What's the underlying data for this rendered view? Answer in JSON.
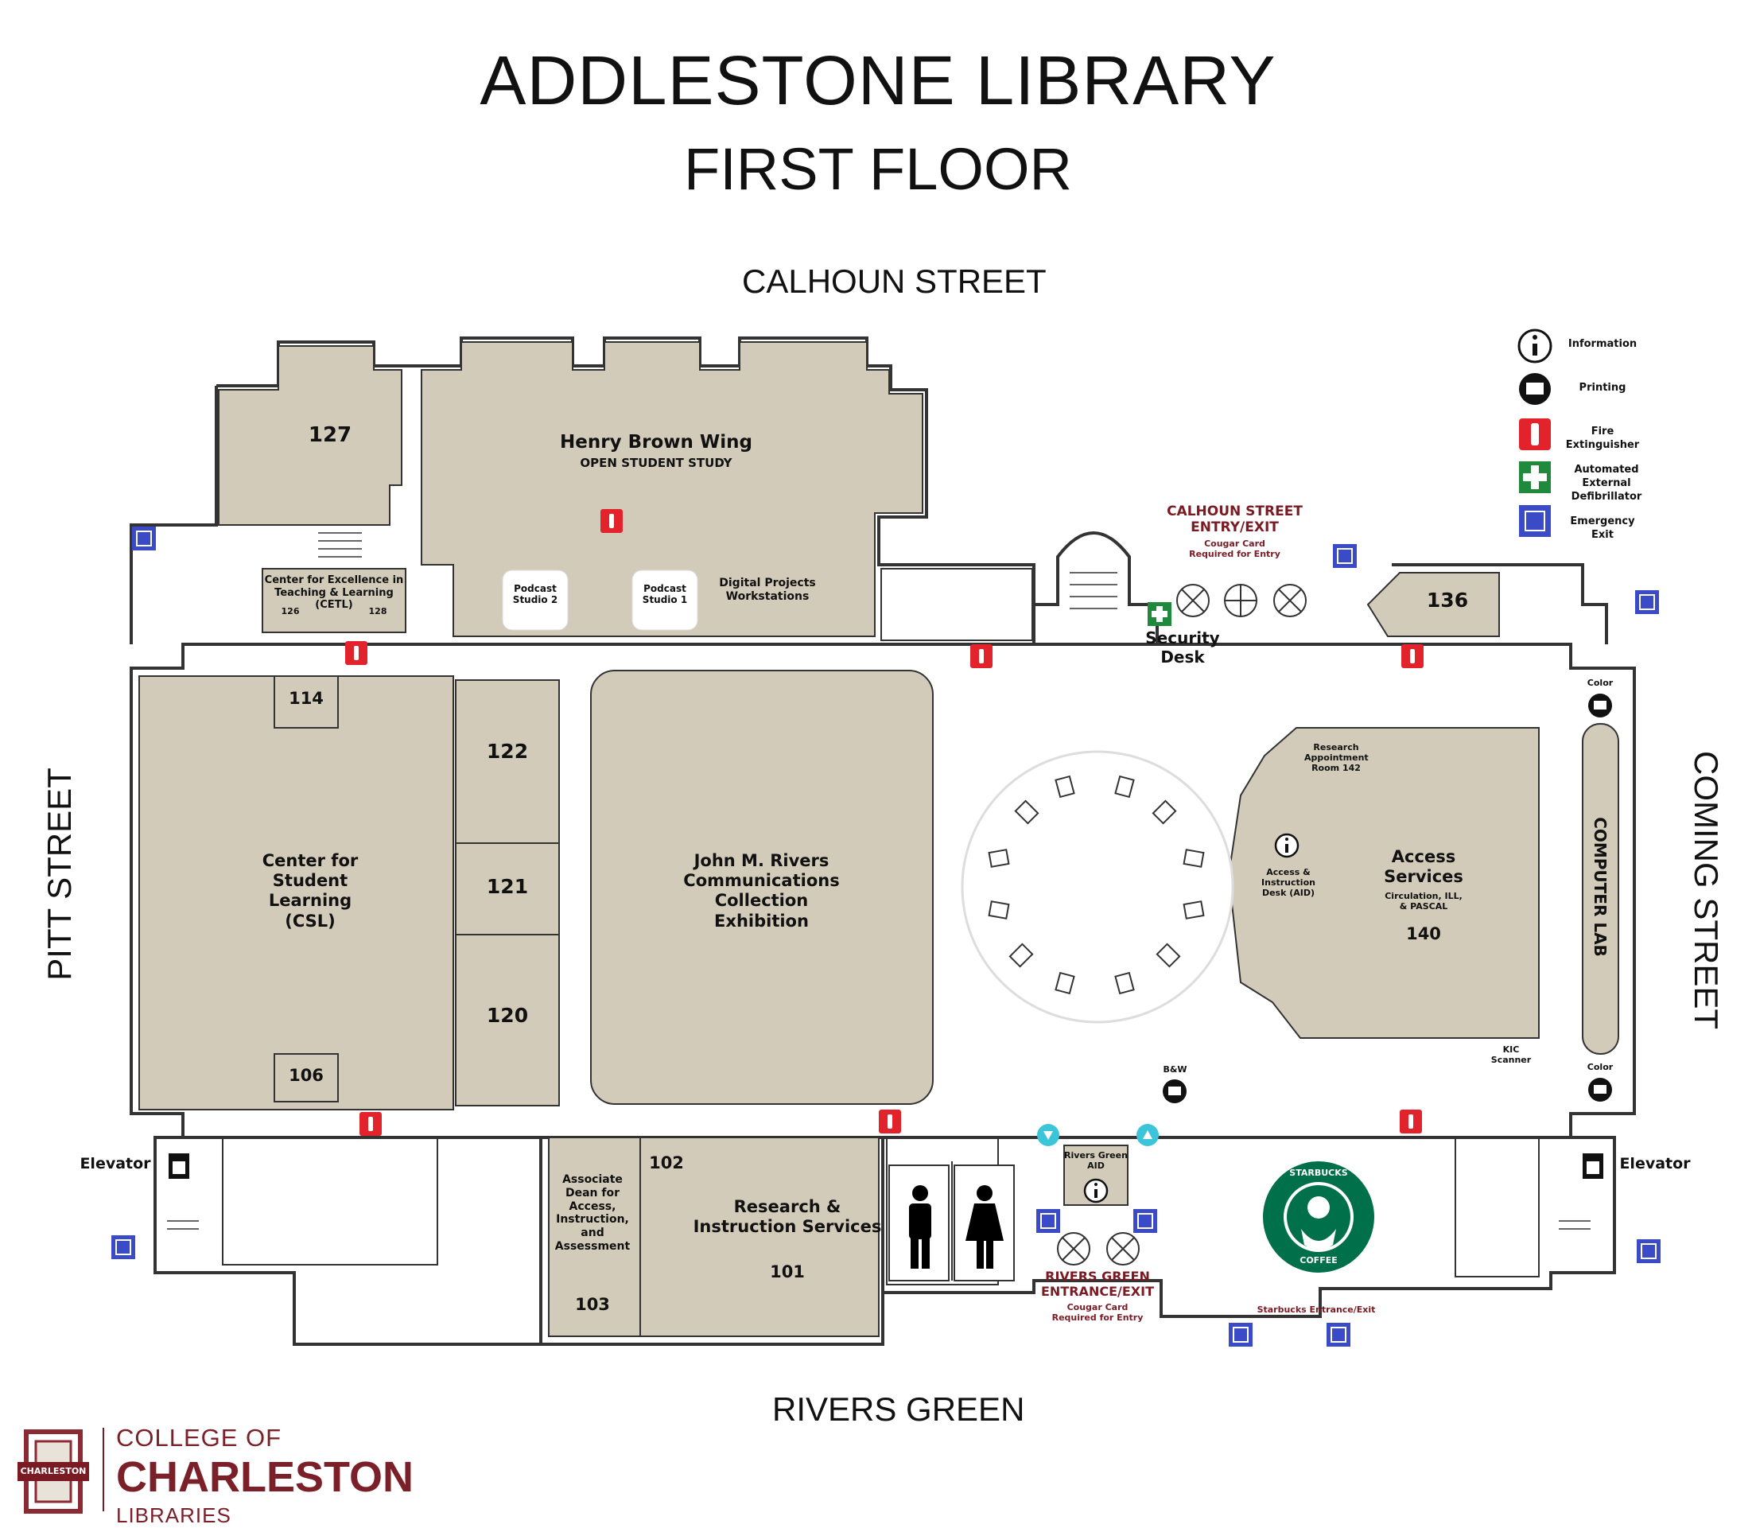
{
  "header": {
    "title": "ADDLESTONE LIBRARY",
    "subtitle": "FIRST FLOOR"
  },
  "streets": {
    "north": "CALHOUN STREET",
    "south": "RIVERS GREEN",
    "west": "PITT STREET",
    "east": "COMING STREET"
  },
  "legend": {
    "information": "Information",
    "printing": "Printing",
    "fire_extinguisher": "Fire Extinguisher",
    "aed": "Automated External Defibrillator",
    "emergency_exit": "Emergency Exit"
  },
  "rooms": {
    "r127": "127",
    "henry_brown_title": "Henry Brown Wing",
    "henry_brown_sub": "OPEN STUDENT STUDY",
    "cetl": "Center for Excellence in Teaching & Learning (CETL)",
    "cetl_126": "126",
    "cetl_128": "128",
    "podcast2": "Podcast Studio 2",
    "podcast1": "Podcast Studio 1",
    "digital_projects": "Digital Projects Workstations",
    "r114": "114",
    "r122": "122",
    "r121": "121",
    "r120": "120",
    "r106": "106",
    "csl": "Center for Student Learning (CSL)",
    "rivers_collection": "John M. Rivers Communications Collection Exhibition",
    "r136": "136",
    "security_desk": "Security Desk",
    "calhoun_entry": "CALHOUN STREET ENTRY/EXIT",
    "calhoun_entry_note": "Cougar Card Required for Entry",
    "research_appt": "Research Appointment Room 142",
    "aid": "Access & Instruction Desk (AID)",
    "access_services": "Access Services",
    "access_services_sub": "Circulation, ILL, & PASCAL",
    "r140": "140",
    "computer_lab": "COMPUTER LAB",
    "color_top": "Color",
    "color_bottom": "Color",
    "kic": "KIC Scanner",
    "bw": "B&W",
    "elevator_left": "Elevator",
    "elevator_right": "Elevator",
    "assoc_dean": "Associate Dean for Access, Instruction, and Assessment",
    "r103": "103",
    "r102": "102",
    "research_instruction": "Research & Instruction Services",
    "r101": "101",
    "rivers_green_aid": "Rivers Green AID",
    "rivers_green_entry": "RIVERS GREEN ENTRANCE/EXIT",
    "rivers_green_note": "Cougar Card Required for Entry",
    "starbucks_entry": "Starbucks Entrance/Exit",
    "starbucks_logo_top": "STARBUCKS",
    "starbucks_logo_bottom": "COFFEE"
  },
  "logo": {
    "college": "COLLEGE OF",
    "charleston": "CHARLESTON",
    "libraries": "LIBRARIES",
    "seal_text": "CHARLESTON"
  },
  "colors": {
    "room_fill": "#d3cbb9",
    "wall": "#333333",
    "fire_red": "#e3232b",
    "aed_green": "#1f8a3b",
    "exit_blue": "#3b4bc8",
    "maroon": "#7a1b24",
    "arrow_teal": "#3cc5d8",
    "starbucks_green": "#00704a"
  }
}
